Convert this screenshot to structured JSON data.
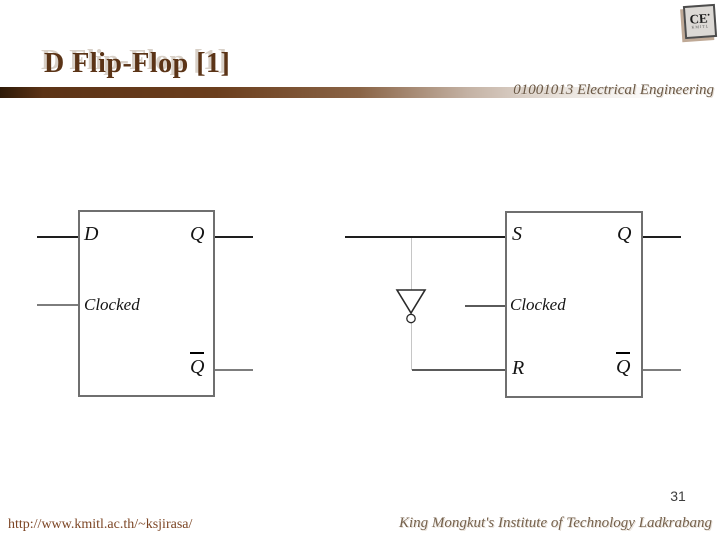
{
  "header": {
    "title": "D Flip-Flop [1]",
    "course": "01001013 Electrical Engineering",
    "logo": {
      "icon_name": "ce-chip-logo",
      "text": "CE",
      "sub_text": "KMITL"
    },
    "accent_color": "#5b3417",
    "bar_gradient": [
      "#2e1a08",
      "#6b3e1d",
      "#ffffff"
    ]
  },
  "diagram": {
    "left_flipflop": {
      "name": "d-flip-flop",
      "input_top": "D",
      "input_middle": "Clocked",
      "output_top": "Q",
      "output_bottom": "Q"
    },
    "right_flipflop": {
      "name": "clocked-sr-flip-flop",
      "input_top": "S",
      "input_middle": "Clocked",
      "input_bottom": "R",
      "output_top": "Q",
      "output_bottom": "Q"
    },
    "inverter_icon": "not-gate-icon",
    "wire_color_dark": "#1e1e1e",
    "wire_color_gray": "#7d7d7d"
  },
  "footer": {
    "url": "http://www.kmitl.ac.th/~ksjirasa/",
    "institute": "King Mongkut's Institute of Technology Ladkrabang",
    "page_number": "31"
  }
}
